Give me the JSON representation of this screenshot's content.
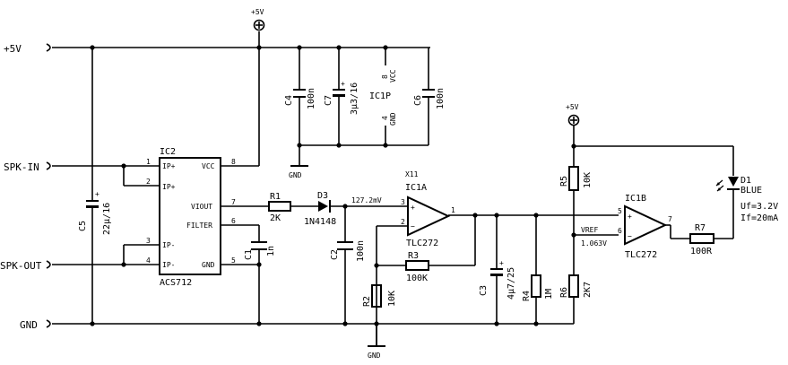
{
  "ports": {
    "plus5v": "+5V",
    "spk_in": "SPK-IN",
    "spk_out": "SPK-OUT",
    "gnd": "GND"
  },
  "supply": {
    "top": "+5V",
    "right": "+5V",
    "gnd_symbol_1": "GND",
    "gnd_symbol_2": "GND"
  },
  "ic2": {
    "ref": "IC2",
    "part": "ACS712",
    "pins": {
      "ip1": "IP+",
      "ip2": "IP+",
      "im1": "IP-",
      "im2": "IP-",
      "vcc": "VCC",
      "viout": "VIOUT",
      "filter": "FILTER",
      "gnd": "GND"
    },
    "pin_numbers": {
      "p1": "1",
      "p2": "2",
      "p3": "3",
      "p4": "4",
      "p5": "5",
      "p6": "6",
      "p7": "7",
      "p8": "8"
    }
  },
  "components": {
    "c5_ref": "C5",
    "c5_val": "22μ/16",
    "c4_ref": "C4",
    "c4_val": "100n",
    "c7_ref": "C7",
    "c7_val": "3μ3/16",
    "c6_ref": "C6",
    "c6_val": "100n",
    "c1_ref": "C1",
    "c1_val": "1n",
    "c2_ref": "C2",
    "c2_val": "100n",
    "c3_ref": "C3",
    "c3_val": "4μ7/25",
    "r1_ref": "R1",
    "r1_val": "2K",
    "r2_ref": "R2",
    "r2_val": "10K",
    "r3_ref": "R3",
    "r3_val": "100K",
    "r4_ref": "R4",
    "r4_val": "1M",
    "r5_ref": "R5",
    "r5_val": "10K",
    "r6_ref": "R6",
    "r6_val": "2K7",
    "r7_ref": "R7",
    "r7_val": "100R",
    "d3_ref": "D3",
    "d3_val": "1N4148",
    "d1_ref": "D1",
    "d1_val": "BLUE",
    "d1_uf": "Uf=3.2V",
    "d1_if": "If=20mA"
  },
  "ic1p": {
    "ref": "IC1P",
    "pin8": "8",
    "vcc": "VCC",
    "pin4": "4",
    "gnd": "GND"
  },
  "opamp_a": {
    "x_label": "X11",
    "ref": "IC1A",
    "part": "TLC272",
    "p3": "3",
    "p2": "2",
    "p1": "1"
  },
  "opamp_b": {
    "ref": "IC1B",
    "part": "TLC272",
    "p5": "5",
    "p6": "6",
    "p7": "7"
  },
  "annotations": {
    "v_mid": "127.2mV",
    "vref": "VREF",
    "vref_val": "1.063V"
  }
}
